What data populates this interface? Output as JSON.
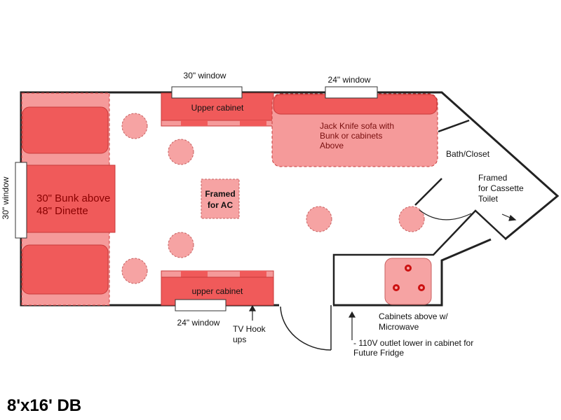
{
  "title": "8'x16' DB",
  "labels": {
    "window_top_30": "30\" window",
    "window_top_24": "24\" window",
    "window_left_30": "30\" window",
    "window_bottom_24": "24\" window",
    "upper_cabinet_top": "Upper cabinet",
    "upper_cabinet_bottom": "upper cabinet",
    "sofa_line1": "Jack Knife sofa with",
    "sofa_line2": "Bunk or cabinets",
    "sofa_line3": "Above",
    "bunk_line1": "30\" Bunk above",
    "bunk_line2": "48\" Dinette",
    "ac_line1": "Framed",
    "ac_line2": "for AC",
    "bath_closet": "Bath/Closet",
    "toilet_line1": "Framed",
    "toilet_line2": "for Cassette",
    "toilet_line3": "Toilet",
    "tv_line1": "TV Hook",
    "tv_line2": "ups",
    "microwave_line1": "Cabinets above w/",
    "microwave_line2": "Microwave",
    "fridge_line1": "- 110V outlet lower in cabinet for",
    "fridge_line2": "Future Fridge"
  },
  "colors": {
    "wall": "#222222",
    "furniture_strong": "#f05a5a",
    "furniture_light": "#f59a9a",
    "furniture_pale": "#f8b4b4",
    "circle_fill": "#f6a3a3",
    "stove_burner": "#cc1111"
  }
}
